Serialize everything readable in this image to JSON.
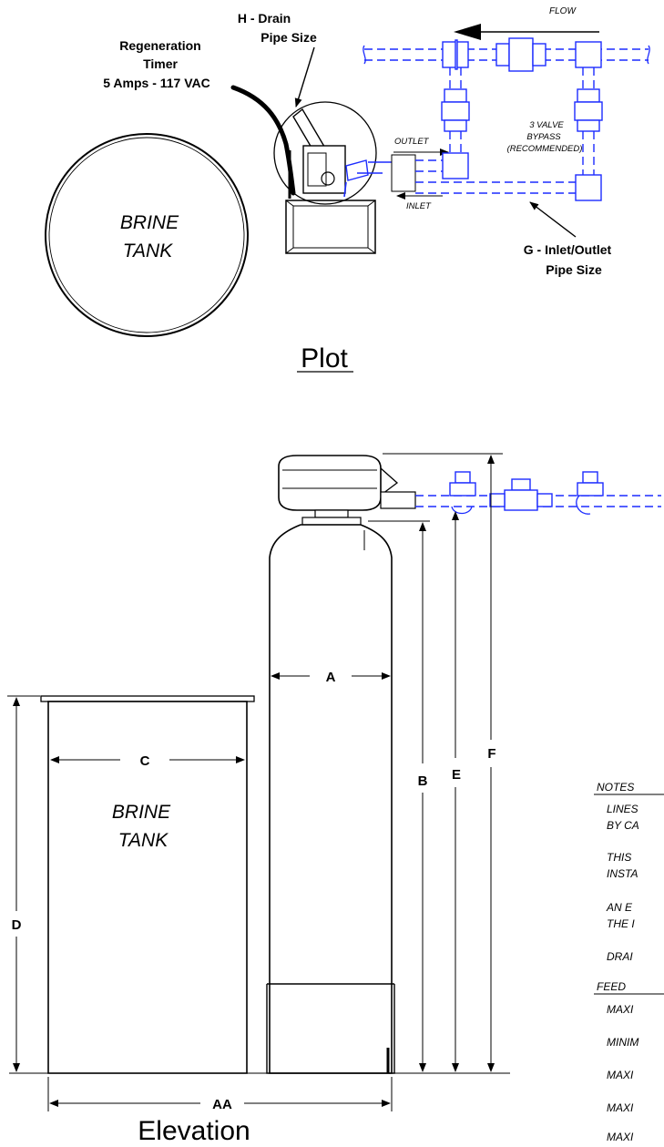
{
  "plot": {
    "title": "Plot",
    "timer_label": [
      "Regeneration",
      "Timer",
      "5 Amps - 117 VAC"
    ],
    "drain_label": [
      "H - Drain",
      "Pipe Size"
    ],
    "flow_label": "FLOW",
    "outlet_label": "OUTLET",
    "inlet_label": "INLET",
    "bypass_label": [
      "3 VALVE",
      "BYPASS",
      "(RECOMMENDED)"
    ],
    "inlet_outlet_label": [
      "G - Inlet/Outlet",
      "Pipe Size"
    ],
    "brine_tank_label": [
      "BRINE",
      "TANK"
    ]
  },
  "elevation": {
    "title": "Elevation",
    "brine_tank_label": [
      "BRINE",
      "TANK"
    ],
    "dimensions": {
      "a": "A",
      "b": "B",
      "c": "C",
      "d": "D",
      "e": "E",
      "f": "F",
      "aa": "AA"
    }
  },
  "notes": {
    "heading": "NOTES",
    "lines": [
      "LINES",
      "BY CA",
      "THIS",
      "INSTA",
      "AN E",
      "THE I",
      "DRAI"
    ],
    "feed_heading": "FEED",
    "feed_lines": [
      "MAXI",
      "MINIM",
      "MAXI",
      "MAXI",
      "MAXI"
    ]
  },
  "colors": {
    "ink": "#000000",
    "pipe_blue": "#1c2cff",
    "background": "#ffffff"
  }
}
